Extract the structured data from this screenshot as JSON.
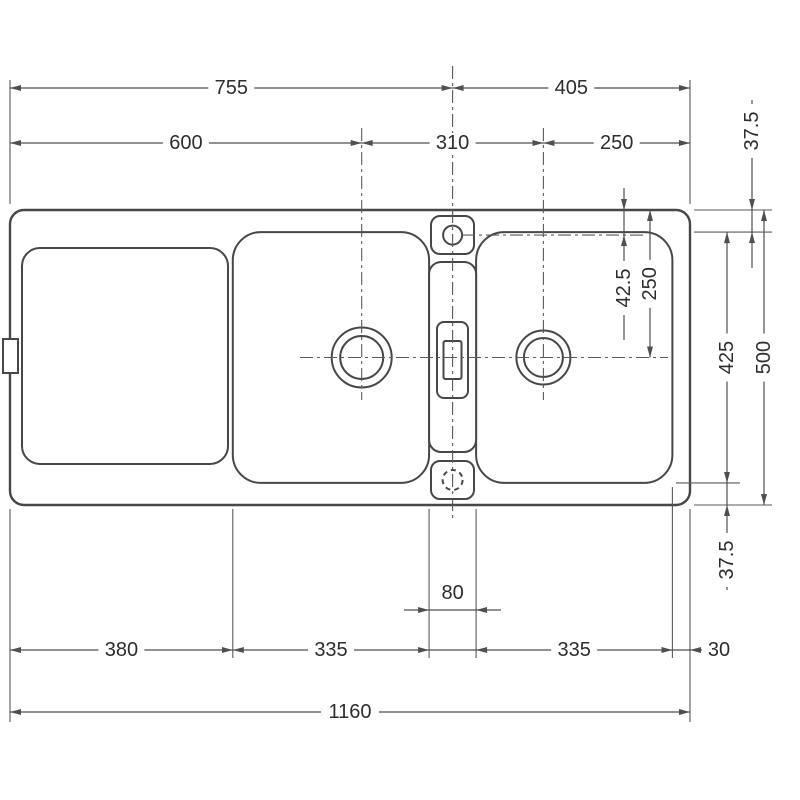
{
  "drawing": {
    "type": "sink-technical-plan",
    "dims": {
      "w755": "755",
      "w405": "405",
      "w600": "600",
      "w310": "310",
      "w250_top": "250",
      "m37_5_top": "37.5",
      "h250": "250",
      "h42_5": "42.5",
      "h425": "425",
      "h500": "500",
      "m37_5_bottom": "37.5",
      "w80": "80",
      "w380": "380",
      "w335_left": "335",
      "w335_right": "335",
      "w30": "30",
      "w1160": "1160"
    },
    "colors": {
      "outline": "#474747",
      "dimension_line": "#4f4f4f",
      "text": "#2d2d2d",
      "background": "#ffffff"
    }
  }
}
